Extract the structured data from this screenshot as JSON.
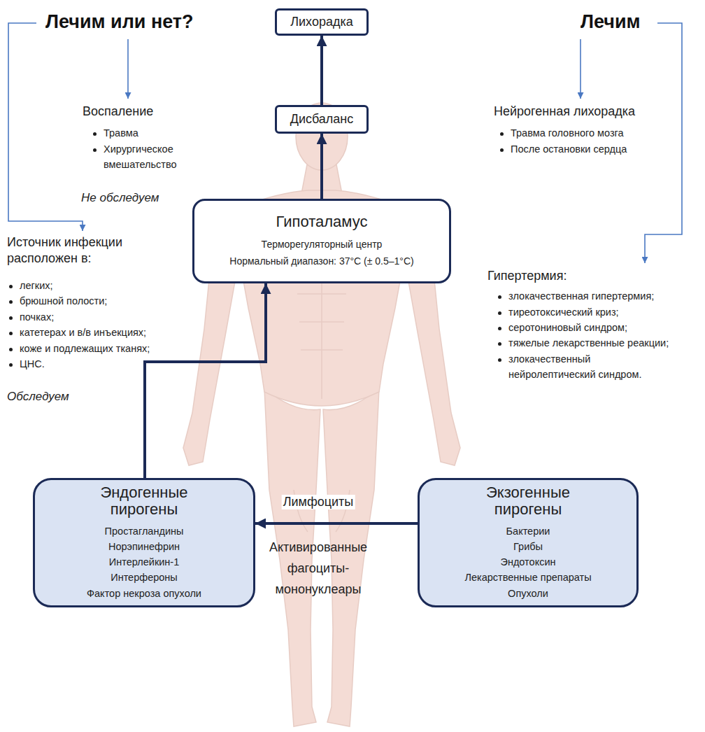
{
  "diagram": {
    "nodes": [
      {
        "text": [
          "Лихорадка"
        ]
      },
      {
        "text": [
          "Дисбаланс"
        ]
      },
      {
        "text": [
          "Гипоталамус",
          "Терморегуляторный центр",
          "Нормальный диапазон: 37°C (± 0.5–1°C)"
        ]
      },
      {
        "text": [
          "Эндогенные пирогены",
          "Простагландины",
          "Норэпинефрин",
          "Интерлейкин-1",
          "Интерфероны",
          "Фактор некроза опухоли"
        ]
      },
      {
        "text": [
          "Экзогенные пирогены",
          "Бактерии",
          "Грибы",
          "Эндотоксин",
          "Лекарственные препараты",
          "Опухоли"
        ]
      }
    ],
    "edges": [
      {
        "from": 1,
        "to": 0,
        "arrow": "to"
      },
      {
        "from": 2,
        "to": 1,
        "arrow": "to"
      },
      {
        "from": 3,
        "to": 2,
        "arrow": "to"
      },
      {
        "from": 4,
        "to": 3,
        "arrow": "to",
        "label": "Лимфоциты"
      }
    ],
    "labels": [
      "Лечим или нет?",
      "Воспаление",
      "Травма",
      "Хирургическое вмешательство",
      "Не обследуем",
      "Источник инфекции расположен в:",
      "легких;",
      "брюшной полости;",
      "почках;",
      "катетерах и в/в инъекциях;",
      "коже и подлежащих тканях;",
      "ЦНС.",
      "Обследуем",
      "Лечим",
      "Нейрогенная лихорадка",
      "Травма головного мозга",
      "После остановки сердца",
      "Гипертермия:",
      "злокачественная гипертермия;",
      "тиреотоксический криз;",
      "серотониновый синдром;",
      "тяжелые лекарственные реакции;",
      "злокачественный нейролептический синдром.",
      "Активированные фагоциты-мононуклеары"
    ]
  }
}
